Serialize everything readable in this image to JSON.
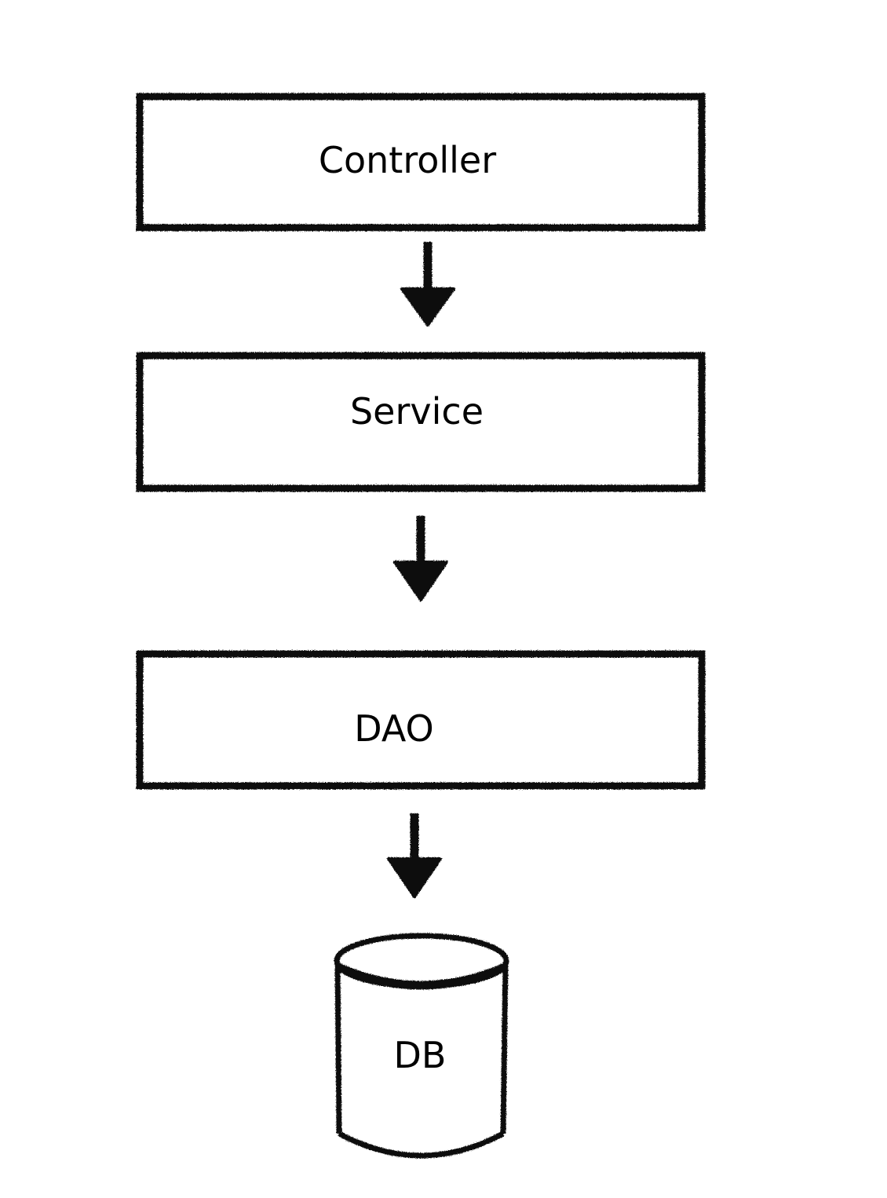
{
  "diagram": {
    "nodes": [
      {
        "id": "controller",
        "label": "Controller",
        "shape": "rectangle"
      },
      {
        "id": "service",
        "label": "Service",
        "shape": "rectangle"
      },
      {
        "id": "dao",
        "label": "DAO",
        "shape": "rectangle"
      },
      {
        "id": "db",
        "label": "DB",
        "shape": "cylinder"
      }
    ],
    "edges": [
      {
        "from": "controller",
        "to": "service"
      },
      {
        "from": "service",
        "to": "dao"
      },
      {
        "from": "dao",
        "to": "db"
      }
    ],
    "colors": {
      "stroke": "#111111",
      "text": "#000000",
      "background": "#ffffff"
    }
  }
}
